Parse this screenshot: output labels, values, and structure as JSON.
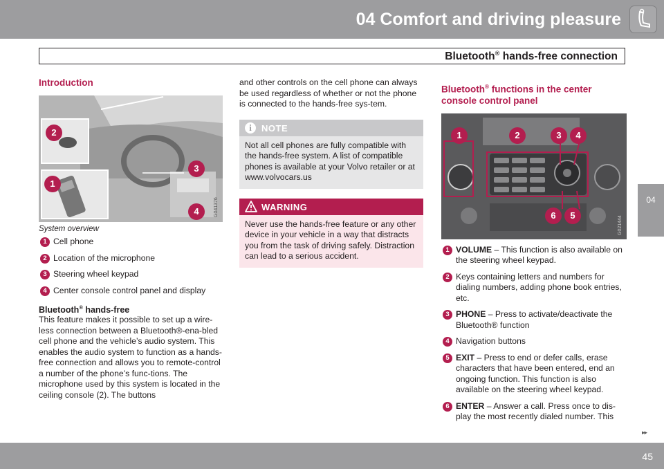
{
  "header": {
    "chapter": "04 Comfort and driving pleasure",
    "section_main": "Bluetooth",
    "section_sup": "®",
    "section_rest": " hands-free connection"
  },
  "side_tab": "04",
  "footer": {
    "page": "45",
    "arrows": "▸▸"
  },
  "col1": {
    "heading": "Introduction",
    "figure_id": "G041376",
    "figure_callouts": [
      "2",
      "3",
      "1",
      "4"
    ],
    "caption": "System overview",
    "legend": [
      {
        "n": "1",
        "text": "Cell phone"
      },
      {
        "n": "2",
        "text": "Location of the microphone"
      },
      {
        "n": "3",
        "text": "Steering wheel keypad"
      },
      {
        "n": "4",
        "text": "Center console control panel and display"
      }
    ],
    "sub_heading_main": "Bluetooth",
    "sub_heading_sup": "®",
    "sub_heading_rest": " hands-free",
    "body": "This feature makes it possible to set up a wire-less connection between a Bluetooth®-ena-bled cell phone and the vehicle’s audio system. This enables the audio system to function as a hands-free connection and allows you to remote-control a number of the phone’s func-tions. The microphone used by this system is located in the ceiling console (2). The buttons"
  },
  "col2": {
    "body": "and other controls on the cell phone can always be used regardless of whether or not the phone is connected to the hands-free sys-tem.",
    "note_label": "NOTE",
    "note_icon": "info-icon",
    "note_text": "Not all cell phones are fully compatible with the hands-free system. A list of compatible phones is available at your Volvo retailer or at www.volvocars.us",
    "warning_label": "WARNING",
    "warning_icon": "warning-triangle-icon",
    "warning_text": "Never use the hands-free feature or any other device in your vehicle in a way that distracts you from the task of driving safely. Distraction can lead to a serious accident."
  },
  "col3": {
    "heading_main": "Bluetooth",
    "heading_sup": "®",
    "heading_rest": " functions in the center console control panel",
    "figure_id": "G021444",
    "figure_callouts": [
      "1",
      "2",
      "3",
      "4",
      "6",
      "5"
    ],
    "items": [
      {
        "n": "1",
        "bold": "VOLUME",
        "text": " – This function is also available on the steering wheel keypad."
      },
      {
        "n": "2",
        "bold": "",
        "text": "Keys containing letters and numbers for dialing numbers, adding phone book entries, etc."
      },
      {
        "n": "3",
        "bold": "PHONE",
        "text": " – Press to activate/deactivate the Bluetooth® function"
      },
      {
        "n": "4",
        "bold": "",
        "text": "Navigation buttons"
      },
      {
        "n": "5",
        "bold": "EXIT",
        "text": " – Press to end or defer calls, erase characters that have been entered, end an ongoing function. This function is also available on the steering wheel keypad."
      },
      {
        "n": "6",
        "bold": "ENTER",
        "text": " – Answer a call. Press once to dis-play the most recently dialed number. This"
      }
    ]
  },
  "colors": {
    "accent": "#b31e4f",
    "header_gray": "#9d9d9f"
  }
}
